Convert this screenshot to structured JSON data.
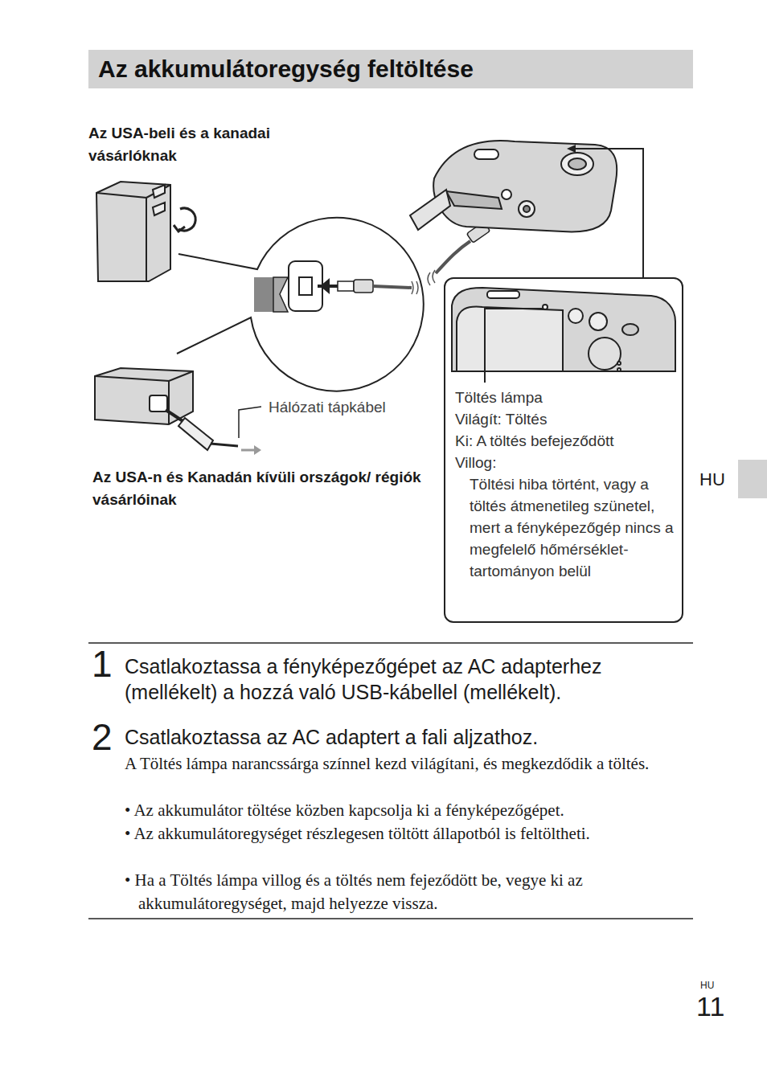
{
  "diagram": {
    "title": "Az akkumulátoregység feltöltése",
    "nodes": [
      {
        "text": [
          "Töltés lámpa",
          "Világít: Töltés",
          "Ki: A töltés befejeződött",
          "Villog:",
          "Töltési hiba történt, vagy a töltés átmenetileg szünetel, mert a fényképezőgép nincs a megfelelő hőmérséklet-tartományon belül"
        ]
      }
    ],
    "labels": [
      "Az USA-beli és a kanadai vásárlóknak",
      "Hálózati tápkábel",
      "Az USA-n és Kanadán kívüli országok/ régiók vásárlóinak",
      "HU",
      "1",
      "Csatlakoztassa a fényképezőgépet az AC adapterhez (mellékelt) a hozzá való USB-kábellel (mellékelt).",
      "2",
      "Csatlakoztassa az AC adaptert a fali aljzathoz.",
      "A Töltés lámpa narancssárga színnel kezd világítani, és megkezdődik a töltés.",
      "• Az akkumulátor töltése közben kapcsolja ki a fényképezőgépet.",
      "• Az akkumulátoregységet részlegesen töltött állapotból is feltöltheti.",
      "• Ha a Töltés lámpa villog és a töltés nem fejeződött be, vegye ki az akkumulátoregységet, majd helyezze vissza.",
      "HU",
      "11"
    ]
  }
}
